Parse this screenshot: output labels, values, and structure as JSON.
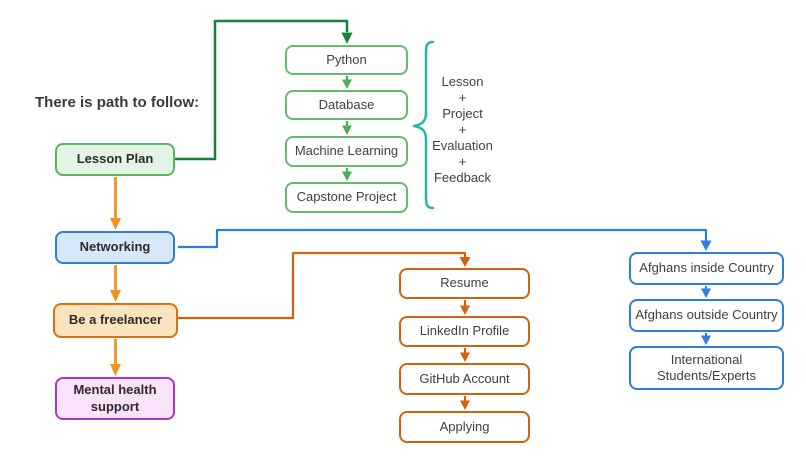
{
  "title": "There is path to follow:",
  "nodes": {
    "lesson_plan": "Lesson Plan",
    "networking": "Networking",
    "freelancer": "Be a freelancer",
    "mental_health": "Mental health support",
    "python": "Python",
    "database": "Database",
    "machine_learning": "Machine Learning",
    "capstone": "Capstone Project",
    "resume": "Resume",
    "linkedin": "LinkedIn Profile",
    "github": "GitHub Account",
    "applying": "Applying",
    "afghans_inside": "Afghans inside Country",
    "afghans_outside": "Afghans outside Country",
    "international": "International Students/Experts"
  },
  "brace": {
    "lines": [
      "Lesson",
      "+",
      "Project",
      "+",
      "Evaluation",
      "+",
      "Feedback"
    ]
  },
  "colors": {
    "dark_green": "#188038",
    "mid_green": "#4CAF50",
    "green_node_border": "#66BB6A",
    "lesson_border": "#58B658",
    "lesson_fill": "#E4F4E4",
    "orange_arrow": "#F5921E",
    "orange_dark": "#D3610D",
    "freelancer_border": "#DB700F",
    "freelancer_fill": "#FAE3BD",
    "blue": "#2C7FDC",
    "blue_fill": "#D6E8FA",
    "purple_border": "#AB35C9",
    "purple_fill": "#F8E3FB",
    "teal": "#22B8A8"
  }
}
